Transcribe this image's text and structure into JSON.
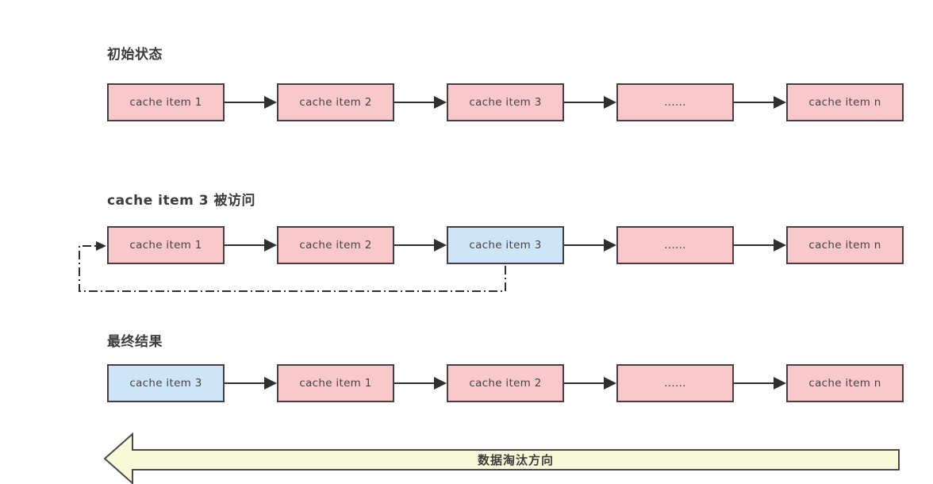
{
  "diagram": {
    "colors": {
      "background": "#ffffff",
      "box_pink": "#f9c8cb",
      "box_blue": "#cde5f8",
      "box_border": "#473f3f",
      "box_text": "#4a4242",
      "line": "#2f2f2f",
      "title_text": "#3c3c3c",
      "banner_fill": "#f8f9d8",
      "banner_border": "#4a4a4a"
    },
    "rows": [
      {
        "title": "初始状态",
        "boxes": [
          {
            "label": "cache item 1",
            "variant": "pink"
          },
          {
            "label": "cache item 2",
            "variant": "pink"
          },
          {
            "label": "cache item 3",
            "variant": "pink"
          },
          {
            "label": "......",
            "variant": "pink"
          },
          {
            "label": "cache item n",
            "variant": "pink"
          }
        ]
      },
      {
        "title": "cache item 3 被访问",
        "boxes": [
          {
            "label": "cache item 1",
            "variant": "pink"
          },
          {
            "label": "cache item 2",
            "variant": "pink"
          },
          {
            "label": "cache item 3",
            "variant": "blue"
          },
          {
            "label": "......",
            "variant": "pink"
          },
          {
            "label": "cache item n",
            "variant": "pink"
          }
        ],
        "feedback_arrow": "dash-dot loop from bottom of cache item 3 back to head of list"
      },
      {
        "title": "最终结果",
        "boxes": [
          {
            "label": "cache item 3",
            "variant": "blue"
          },
          {
            "label": "cache item 1",
            "variant": "pink"
          },
          {
            "label": "cache item 2",
            "variant": "pink"
          },
          {
            "label": "......",
            "variant": "pink"
          },
          {
            "label": "cache item n",
            "variant": "pink"
          }
        ]
      }
    ],
    "banner": {
      "label": "数据淘汰方向",
      "direction": "left"
    }
  }
}
